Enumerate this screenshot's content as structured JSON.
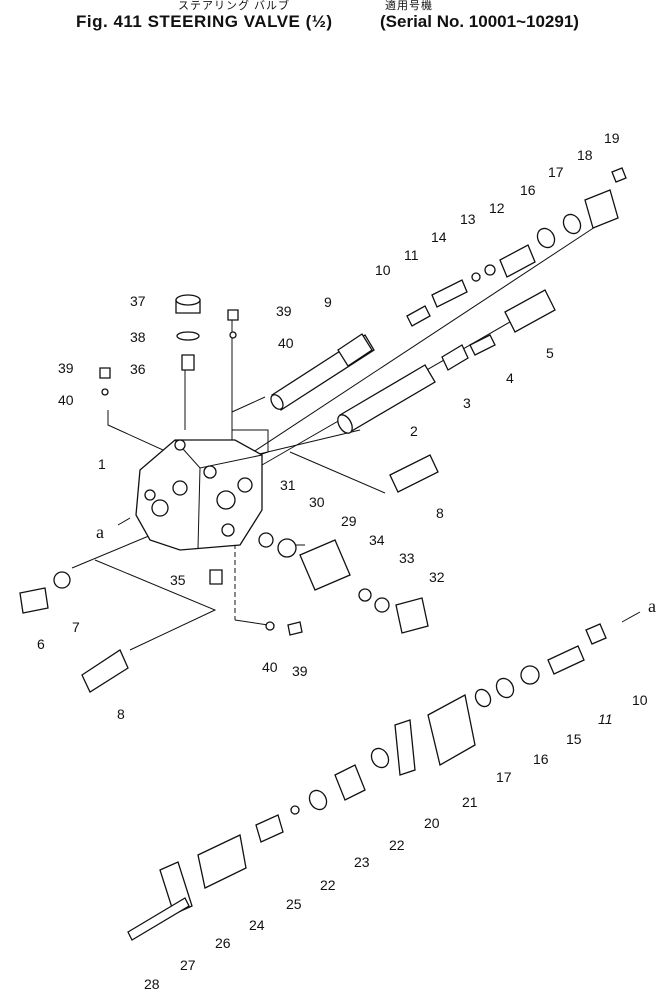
{
  "header": {
    "title_jp": "ステアリング バルブ",
    "serial_jp": "適用号機",
    "title": "Fig. 411   STEERING VALVE (½)",
    "serial": "(Serial No. 10001~10291)"
  },
  "diagram": {
    "section_marker": "a",
    "part_labels": [
      {
        "id": "p19a",
        "text": "19"
      },
      {
        "id": "p18a",
        "text": "18"
      },
      {
        "id": "p17a",
        "text": "17"
      },
      {
        "id": "p16a",
        "text": "16"
      },
      {
        "id": "p12",
        "text": "12"
      },
      {
        "id": "p13",
        "text": "13"
      },
      {
        "id": "p14",
        "text": "14"
      },
      {
        "id": "p11a",
        "text": "11"
      },
      {
        "id": "p10a",
        "text": "10"
      },
      {
        "id": "p9",
        "text": "9"
      },
      {
        "id": "p37",
        "text": "37"
      },
      {
        "id": "p39a",
        "text": "39"
      },
      {
        "id": "p38",
        "text": "38"
      },
      {
        "id": "p40a",
        "text": "40"
      },
      {
        "id": "p36",
        "text": "36"
      },
      {
        "id": "p39b",
        "text": "39"
      },
      {
        "id": "p40b",
        "text": "40"
      },
      {
        "id": "p5",
        "text": "5"
      },
      {
        "id": "p4",
        "text": "4"
      },
      {
        "id": "p3",
        "text": "3"
      },
      {
        "id": "p2",
        "text": "2"
      },
      {
        "id": "p1",
        "text": "1"
      },
      {
        "id": "p8a",
        "text": "8"
      },
      {
        "id": "p31",
        "text": "31"
      },
      {
        "id": "p30",
        "text": "30"
      },
      {
        "id": "p29",
        "text": "29"
      },
      {
        "id": "p34",
        "text": "34"
      },
      {
        "id": "p33",
        "text": "33"
      },
      {
        "id": "p32",
        "text": "32"
      },
      {
        "id": "p35",
        "text": "35"
      },
      {
        "id": "p6",
        "text": "6"
      },
      {
        "id": "p7",
        "text": "7"
      },
      {
        "id": "p40c",
        "text": "40"
      },
      {
        "id": "p39c",
        "text": "39"
      },
      {
        "id": "p8b",
        "text": "8"
      },
      {
        "id": "p10b",
        "text": "10"
      },
      {
        "id": "p11b",
        "text": "11"
      },
      {
        "id": "p15",
        "text": "15"
      },
      {
        "id": "p16b",
        "text": "16"
      },
      {
        "id": "p17b",
        "text": "17"
      },
      {
        "id": "p21",
        "text": "21"
      },
      {
        "id": "p20",
        "text": "20"
      },
      {
        "id": "p22a",
        "text": "22"
      },
      {
        "id": "p23",
        "text": "23"
      },
      {
        "id": "p22b",
        "text": "22"
      },
      {
        "id": "p25",
        "text": "25"
      },
      {
        "id": "p24",
        "text": "24"
      },
      {
        "id": "p26",
        "text": "26"
      },
      {
        "id": "p27",
        "text": "27"
      },
      {
        "id": "p28",
        "text": "28"
      }
    ]
  }
}
